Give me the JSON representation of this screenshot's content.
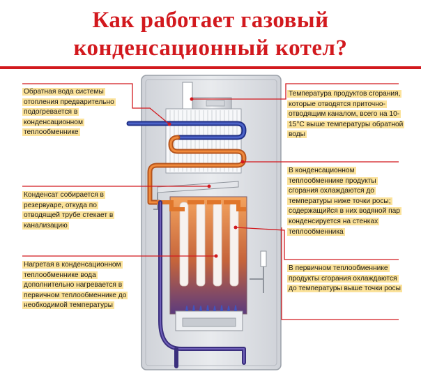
{
  "title": {
    "line1": "Как работает газовый",
    "line2": "конденсационный котел?"
  },
  "callouts": {
    "left": [
      {
        "text": "Обратная вода системы отопления предварительно подогревается в конденсационном теплообменнике"
      },
      {
        "text": "Конденсат собирается в резервуаре, откуда по отводящей трубе стекает в канализацию"
      },
      {
        "text": "Нагретая в конденсационном теплообменнике вода дополнительно нагревается в первичном теплообменнике до необходимой температуры"
      }
    ],
    "right": [
      {
        "text": "Температура продуктов сгорания, которые отводятся приточно-отводящим каналом, всего на 10-15°C выше температуры обратной воды"
      },
      {
        "text": "В конденсационном теплообменнике продукты сгорания охлаждаются до температуры ниже точки росы; содержащийся в них водяной пар конденсируется на стенках теплообменника"
      },
      {
        "text": "В первичном теплообменнике продукты сгорания охлаждаются до температуры выше точки росы"
      }
    ]
  },
  "colors": {
    "accent_red": "#d2191e",
    "highlight_yellow": "#fbe29a",
    "cold_water_blue": "#2e3d97",
    "hot_water_orange": "#e0762b",
    "casing_gray": "#dcdee3"
  }
}
